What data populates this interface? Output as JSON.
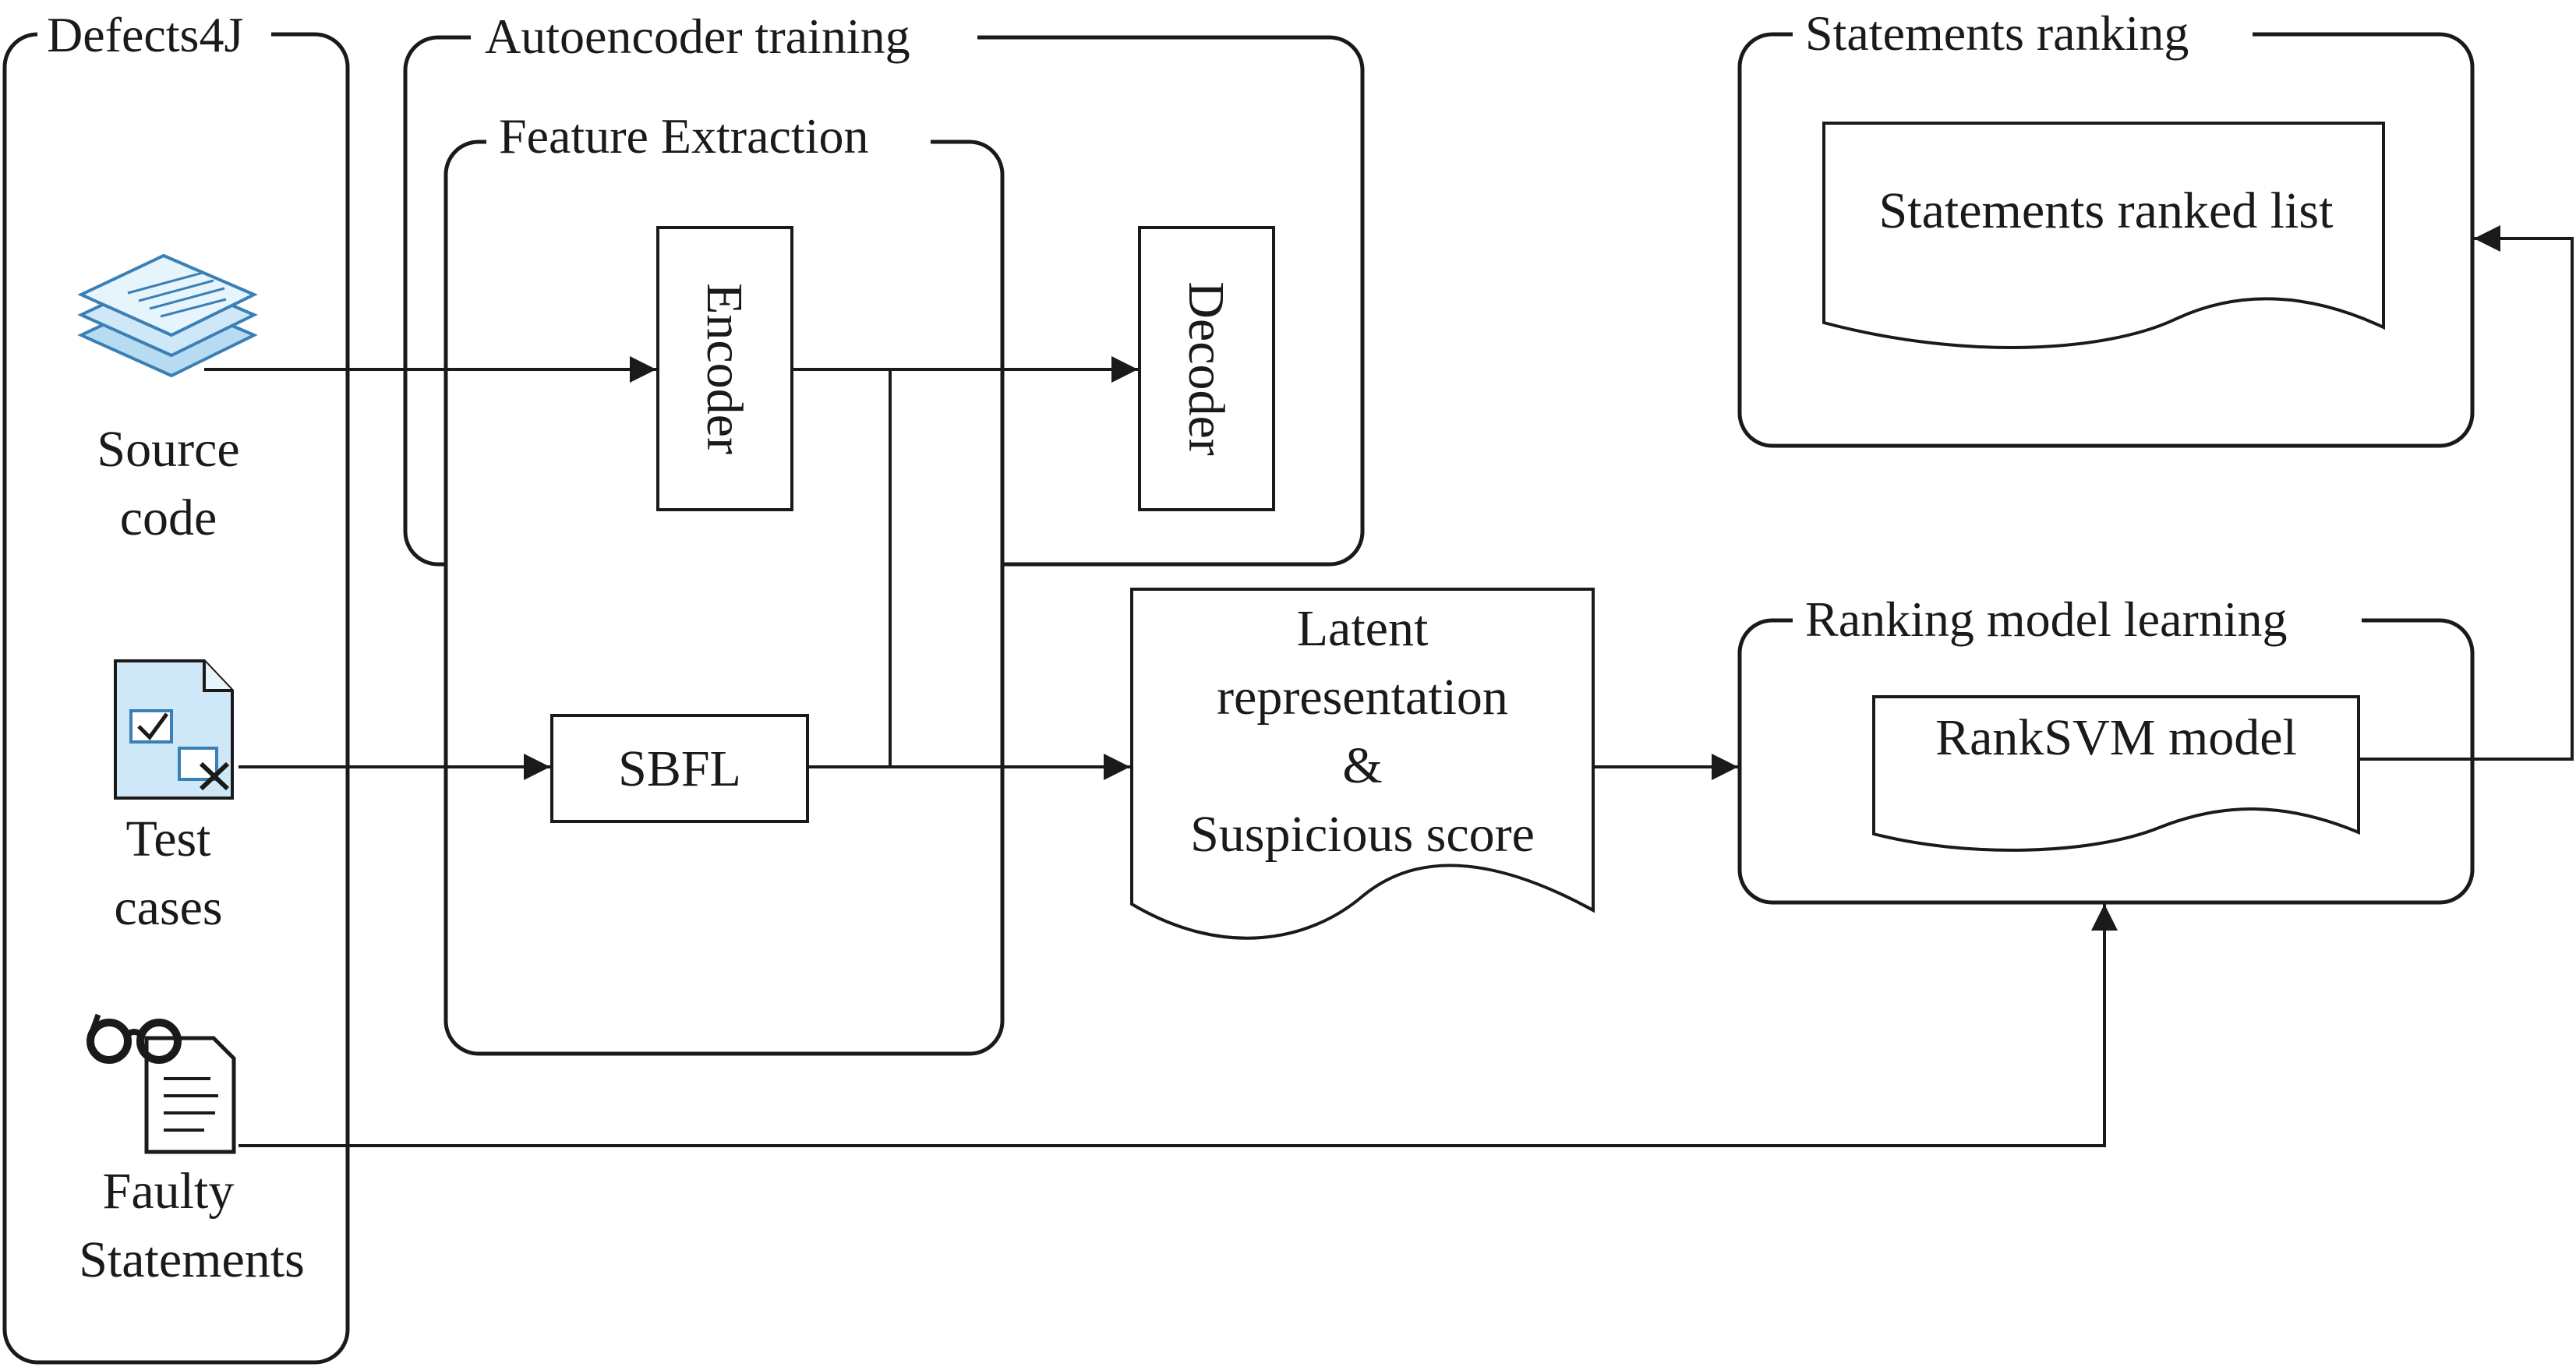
{
  "groups": {
    "defects4j": "Defects4J",
    "autoencoder_training": "Autoencoder training",
    "feature_extraction": "Feature Extraction",
    "statements_ranking": "Statements ranking",
    "ranking_model_learning": "Ranking model learning"
  },
  "inputs": {
    "source_code": [
      "Source",
      "code"
    ],
    "test_cases": [
      "Test",
      "cases"
    ],
    "faulty_statements": [
      "Faulty",
      "Statements"
    ]
  },
  "nodes": {
    "encoder": "Encoder",
    "decoder": "Decoder",
    "sbfl": "SBFL",
    "latent": [
      "Latent",
      "representation",
      "&",
      "Suspicious score"
    ],
    "ranksvm": "RankSVM model",
    "ranked_list": "Statements ranked list"
  },
  "icons": {
    "source_code": "stacked-documents-icon",
    "test_cases": "test-case-document-icon",
    "faulty_statements": "glasses-document-icon"
  },
  "colors": {
    "ink": "#1a1a1a",
    "icon_blue": "#b7dcf2",
    "icon_blue_dark": "#3a7fb5"
  }
}
